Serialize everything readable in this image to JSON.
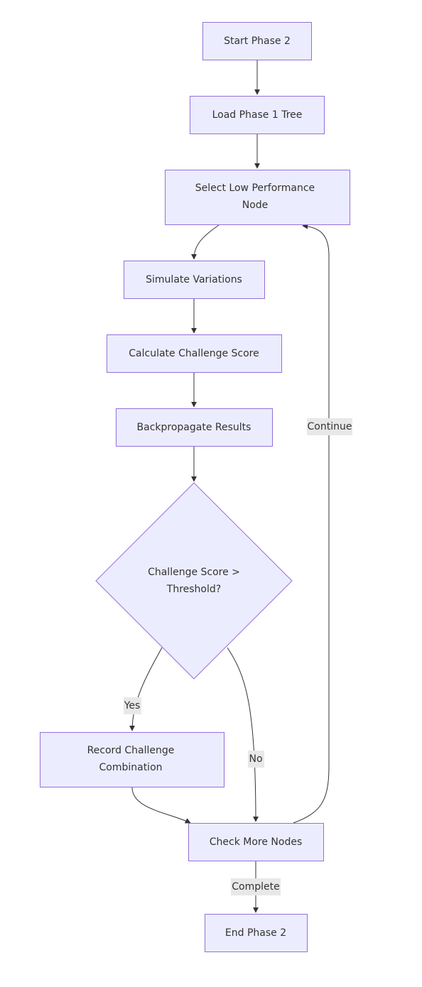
{
  "colors": {
    "node_fill": "#ECECFF",
    "node_stroke": "#9370DB",
    "edge": "#333333",
    "label_bg": "#e8e8e8",
    "text": "#333333"
  },
  "nodes": {
    "start": "Start Phase 2",
    "load": "Load Phase 1 Tree",
    "select_line1": "Select Low Performance",
    "select_line2": "Node",
    "simulate": "Simulate Variations",
    "calculate": "Calculate Challenge Score",
    "backprop": "Backpropagate Results",
    "decision_line1": "Challenge Score >",
    "decision_line2": "Threshold?",
    "record_line1": "Record Challenge",
    "record_line2": "Combination",
    "check": "Check More Nodes",
    "end": "End Phase 2"
  },
  "edge_labels": {
    "yes": "Yes",
    "no": "No",
    "continue": "Continue",
    "complete": "Complete"
  }
}
